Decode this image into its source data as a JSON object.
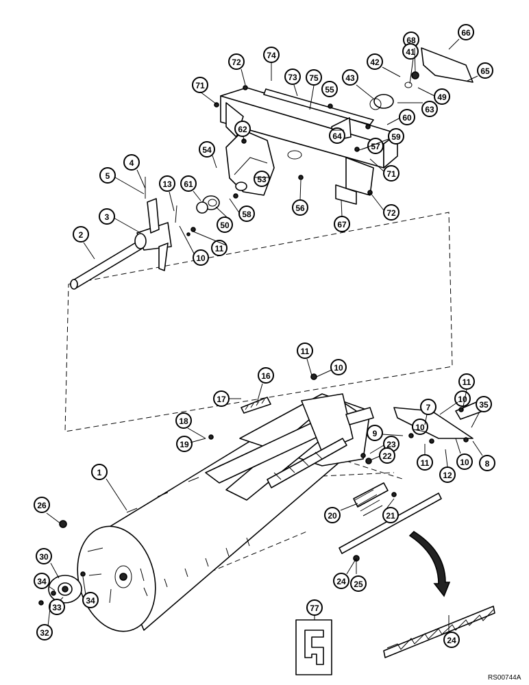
{
  "diagram": {
    "reference": "RS00744A",
    "callouts": [
      "66",
      "65",
      "68",
      "41",
      "42",
      "49",
      "63",
      "43",
      "60",
      "59",
      "64",
      "57",
      "71",
      "72",
      "74",
      "73",
      "75",
      "55",
      "71",
      "62",
      "54",
      "53",
      "56",
      "67",
      "72",
      "4",
      "5",
      "13",
      "61",
      "50",
      "58",
      "3",
      "2",
      "10",
      "11",
      "11",
      "10",
      "16",
      "17",
      "7",
      "11",
      "10",
      "35",
      "18",
      "19",
      "9",
      "10",
      "23",
      "22",
      "11",
      "12",
      "10",
      "8",
      "1",
      "20",
      "21",
      "26",
      "30",
      "34",
      "33",
      "32",
      "34",
      "24",
      "25",
      "24",
      "77"
    ]
  }
}
